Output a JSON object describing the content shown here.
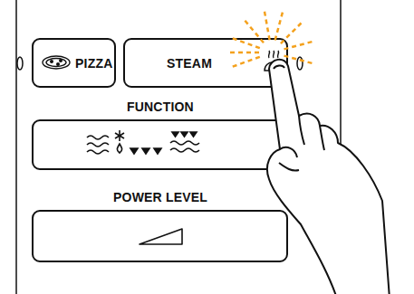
{
  "diagram": {
    "nodes": [
      {
        "text": [
          "PIZZA"
        ]
      },
      {
        "text": [
          "STEAM"
        ]
      },
      {
        "text": [
          "FUNCTION"
        ]
      },
      {
        "text": [
          "POWER LEVEL"
        ]
      }
    ]
  }
}
